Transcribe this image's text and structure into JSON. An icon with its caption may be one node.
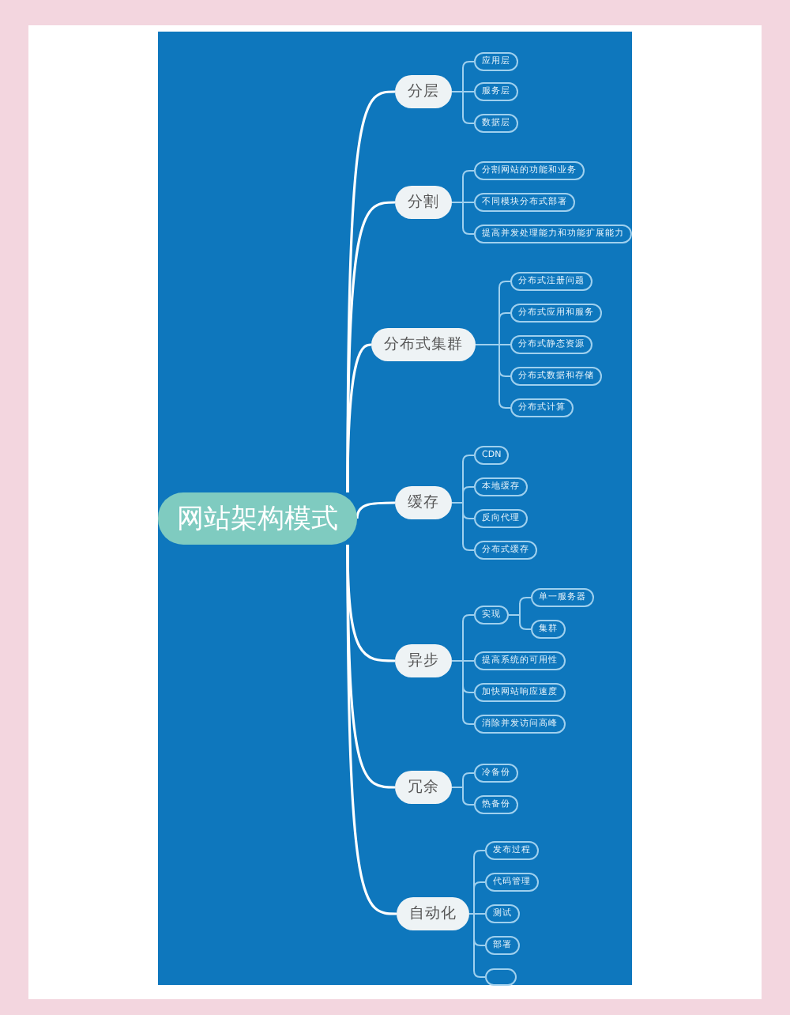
{
  "diagram": {
    "nodes": [
      {
        "text": [
          "网站架构模式"
        ]
      },
      {
        "text": [
          "分层"
        ]
      },
      {
        "text": [
          "应用层"
        ]
      },
      {
        "text": [
          "服务层"
        ]
      },
      {
        "text": [
          "数据层"
        ]
      },
      {
        "text": [
          "分割"
        ]
      },
      {
        "text": [
          "分割网站的功能和业务"
        ]
      },
      {
        "text": [
          "不同模块分布式部署"
        ]
      },
      {
        "text": [
          "提高并发处理能力和功能扩展能力"
        ]
      },
      {
        "text": [
          "分布式集群"
        ]
      },
      {
        "text": [
          "分布式注册问题"
        ]
      },
      {
        "text": [
          "分布式应用和服务"
        ]
      },
      {
        "text": [
          "分布式静态资源"
        ]
      },
      {
        "text": [
          "分布式数据和存储"
        ]
      },
      {
        "text": [
          "分布式计算"
        ]
      },
      {
        "text": [
          "缓存"
        ]
      },
      {
        "text": [
          "CDN"
        ]
      },
      {
        "text": [
          "本地缓存"
        ]
      },
      {
        "text": [
          "反向代理"
        ]
      },
      {
        "text": [
          "分布式缓存"
        ]
      },
      {
        "text": [
          "异步"
        ]
      },
      {
        "text": [
          "实现"
        ]
      },
      {
        "text": [
          "单一服务器"
        ]
      },
      {
        "text": [
          "集群"
        ]
      },
      {
        "text": [
          "提高系统的可用性"
        ]
      },
      {
        "text": [
          "加快网站响应速度"
        ]
      },
      {
        "text": [
          "消除并发访问高峰"
        ]
      },
      {
        "text": [
          "冗余"
        ]
      },
      {
        "text": [
          "冷备份"
        ]
      },
      {
        "text": [
          "热备份"
        ]
      },
      {
        "text": [
          "自动化"
        ]
      },
      {
        "text": [
          "发布过程"
        ]
      },
      {
        "text": [
          "代码管理"
        ]
      },
      {
        "text": [
          "测试"
        ]
      },
      {
        "text": [
          "部署"
        ]
      },
      {
        "text": [],
        "shape": "box"
      }
    ],
    "edges": [
      {
        "from": 0,
        "to": 1,
        "arrow": "none",
        "color": "#ffffff"
      },
      {
        "from": 1,
        "to": 2,
        "arrow": "none"
      },
      {
        "from": 1,
        "to": 3,
        "arrow": "none"
      },
      {
        "from": 1,
        "to": 4,
        "arrow": "none"
      },
      {
        "from": 0,
        "to": 5,
        "arrow": "none",
        "color": "#ffffff"
      },
      {
        "from": 5,
        "to": 6,
        "arrow": "none"
      },
      {
        "from": 5,
        "to": 7,
        "arrow": "none"
      },
      {
        "from": 5,
        "to": 8,
        "arrow": "none"
      },
      {
        "from": 0,
        "to": 9,
        "arrow": "none",
        "color": "#ffffff"
      },
      {
        "from": 9,
        "to": 10,
        "arrow": "none"
      },
      {
        "from": 9,
        "to": 11,
        "arrow": "none"
      },
      {
        "from": 9,
        "to": 12,
        "arrow": "none"
      },
      {
        "from": 9,
        "to": 13,
        "arrow": "none"
      },
      {
        "from": 9,
        "to": 14,
        "arrow": "none"
      },
      {
        "from": 0,
        "to": 15,
        "arrow": "none",
        "color": "#ffffff"
      },
      {
        "from": 15,
        "to": 16,
        "arrow": "none"
      },
      {
        "from": 15,
        "to": 17,
        "arrow": "none"
      },
      {
        "from": 15,
        "to": 18,
        "arrow": "none"
      },
      {
        "from": 15,
        "to": 19,
        "arrow": "none"
      },
      {
        "from": 0,
        "to": 20,
        "arrow": "none",
        "color": "#ffffff"
      },
      {
        "from": 20,
        "to": 21,
        "arrow": "none"
      },
      {
        "from": 21,
        "to": 22,
        "arrow": "none"
      },
      {
        "from": 21,
        "to": 23,
        "arrow": "none"
      },
      {
        "from": 20,
        "to": 24,
        "arrow": "none"
      },
      {
        "from": 20,
        "to": 25,
        "arrow": "none"
      },
      {
        "from": 20,
        "to": 26,
        "arrow": "none"
      },
      {
        "from": 0,
        "to": 27,
        "arrow": "none",
        "color": "#ffffff"
      },
      {
        "from": 27,
        "to": 28,
        "arrow": "none"
      },
      {
        "from": 27,
        "to": 29,
        "arrow": "none"
      },
      {
        "from": 0,
        "to": 30,
        "arrow": "none",
        "color": "#ffffff"
      },
      {
        "from": 30,
        "to": 31,
        "arrow": "none"
      },
      {
        "from": 30,
        "to": 32,
        "arrow": "none"
      },
      {
        "from": 30,
        "to": 33,
        "arrow": "none"
      },
      {
        "from": 30,
        "to": 34,
        "arrow": "none"
      },
      {
        "from": 30,
        "to": 35,
        "arrow": "none"
      }
    ]
  }
}
